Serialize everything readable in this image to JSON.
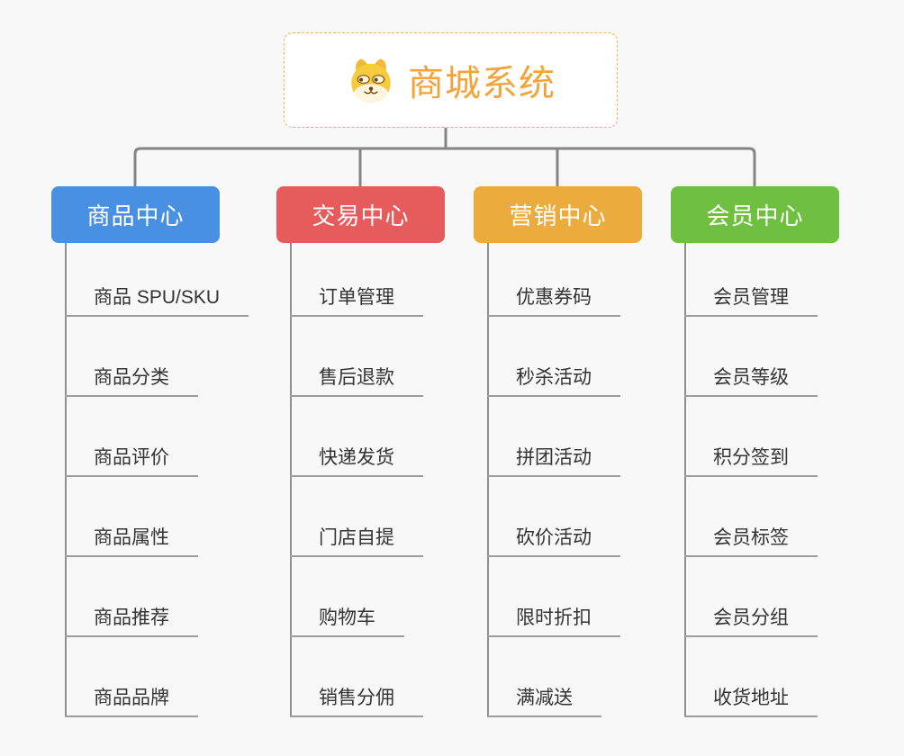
{
  "root": {
    "title": "商城系统",
    "icon": "dog-icon",
    "border_color": "#f3b14e",
    "title_color": "#f2a43b"
  },
  "branches": [
    {
      "label": "商品中心",
      "color": "#4a90e2",
      "children": [
        "商品 SPU/SKU",
        "商品分类",
        "商品评价",
        "商品属性",
        "商品推荐",
        "商品品牌"
      ]
    },
    {
      "label": "交易中心",
      "color": "#e65b5b",
      "children": [
        "订单管理",
        "售后退款",
        "快递发货",
        "门店自提",
        "购物车",
        "销售分佣"
      ]
    },
    {
      "label": "营销中心",
      "color": "#ebab3d",
      "children": [
        "优惠券码",
        "秒杀活动",
        "拼团活动",
        "砍价活动",
        "限时折扣",
        "满减送"
      ]
    },
    {
      "label": "会员中心",
      "color": "#6fc040",
      "children": [
        "会员管理",
        "会员等级",
        "积分签到",
        "会员标签",
        "会员分组",
        "收货地址"
      ]
    }
  ],
  "colors": {
    "canvas_background": "#f8f8f8",
    "connector_line": "#848484",
    "column_line": "#8f8f8f",
    "leaf_underline": "#9d9d9d",
    "leaf_text": "#333333"
  }
}
